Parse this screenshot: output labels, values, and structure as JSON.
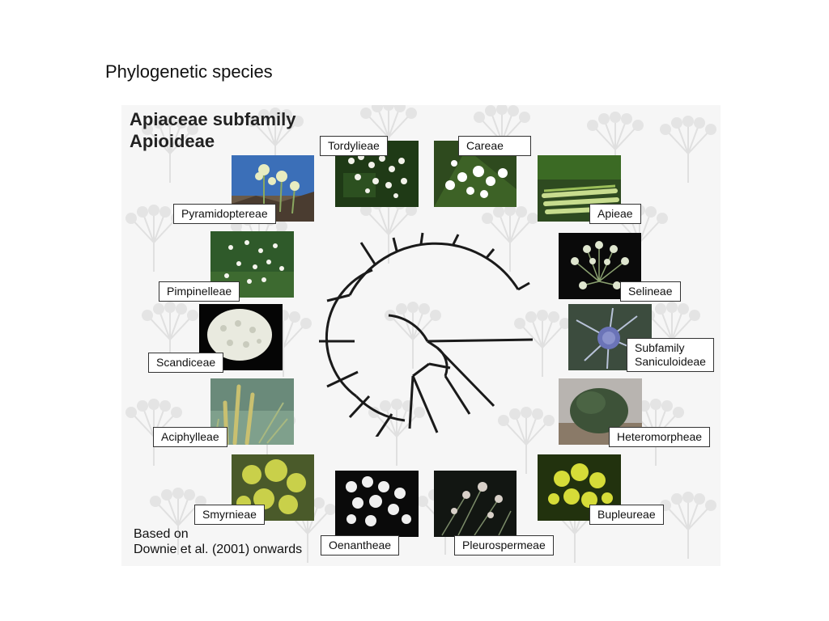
{
  "slide": {
    "title": "Phylogenetic species"
  },
  "figure": {
    "heading_line1": "Apiaceae subfamily",
    "heading_line2": "Apioideae",
    "caption_line1": "Based on",
    "caption_line2": "Downie et al. (2001) onwards",
    "tribes": {
      "tordylieae": "Tordylieae",
      "careae": "Careae",
      "pyramidoptereae": "Pyramidoptereae",
      "apieae": "Apieae",
      "pimpinelleae": "Pimpinelleae",
      "selineae": "Selineae",
      "scandiceae": "Scandiceae",
      "saniculoideae_line1": "Subfamily",
      "saniculoideae_line2": "Saniculoideae",
      "aciphylleae": "Aciphylleae",
      "heteromorpheae": "Heteromorpheae",
      "smyrnieae": "Smyrnieae",
      "bupleureae": "Bupleureae",
      "oenantheae": "Oenantheae",
      "pleurospermeae": "Pleurospermeae"
    }
  },
  "colors": {
    "tree_branch": "#1a1a1a",
    "label_border": "#333333",
    "background_umbel": "#e2e2e2"
  }
}
